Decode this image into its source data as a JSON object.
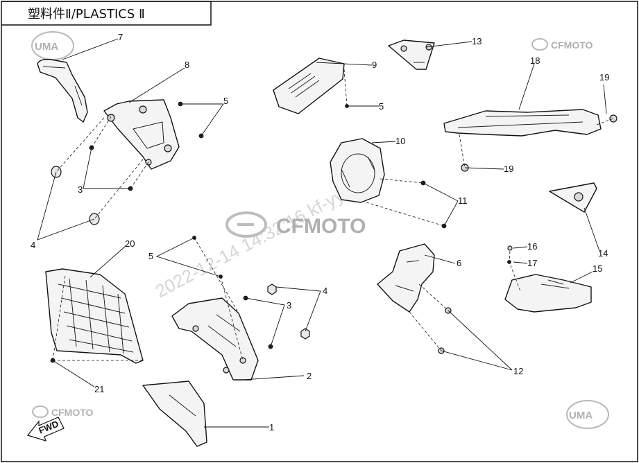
{
  "header": {
    "title": "塑料件Ⅱ/PLASTICS Ⅱ"
  },
  "brands": {
    "uma": "UMA",
    "cfmoto": "CFMOTO",
    "cfmoto_center": "CFMOTO"
  },
  "watermark": {
    "text": "2022-12-14 14:32:16  kf-yyh"
  },
  "fwd_label": "FWD",
  "callouts": [
    "1",
    "2",
    "3",
    "3",
    "4",
    "4",
    "5",
    "5",
    "5",
    "6",
    "7",
    "8",
    "9",
    "10",
    "11",
    "12",
    "13",
    "14",
    "15",
    "16",
    "17",
    "18",
    "19",
    "19",
    "20",
    "21"
  ],
  "colors": {
    "line": "#111111",
    "logo_gray": "#b0b0b0",
    "watermark_gray": "#d6d6d6"
  }
}
